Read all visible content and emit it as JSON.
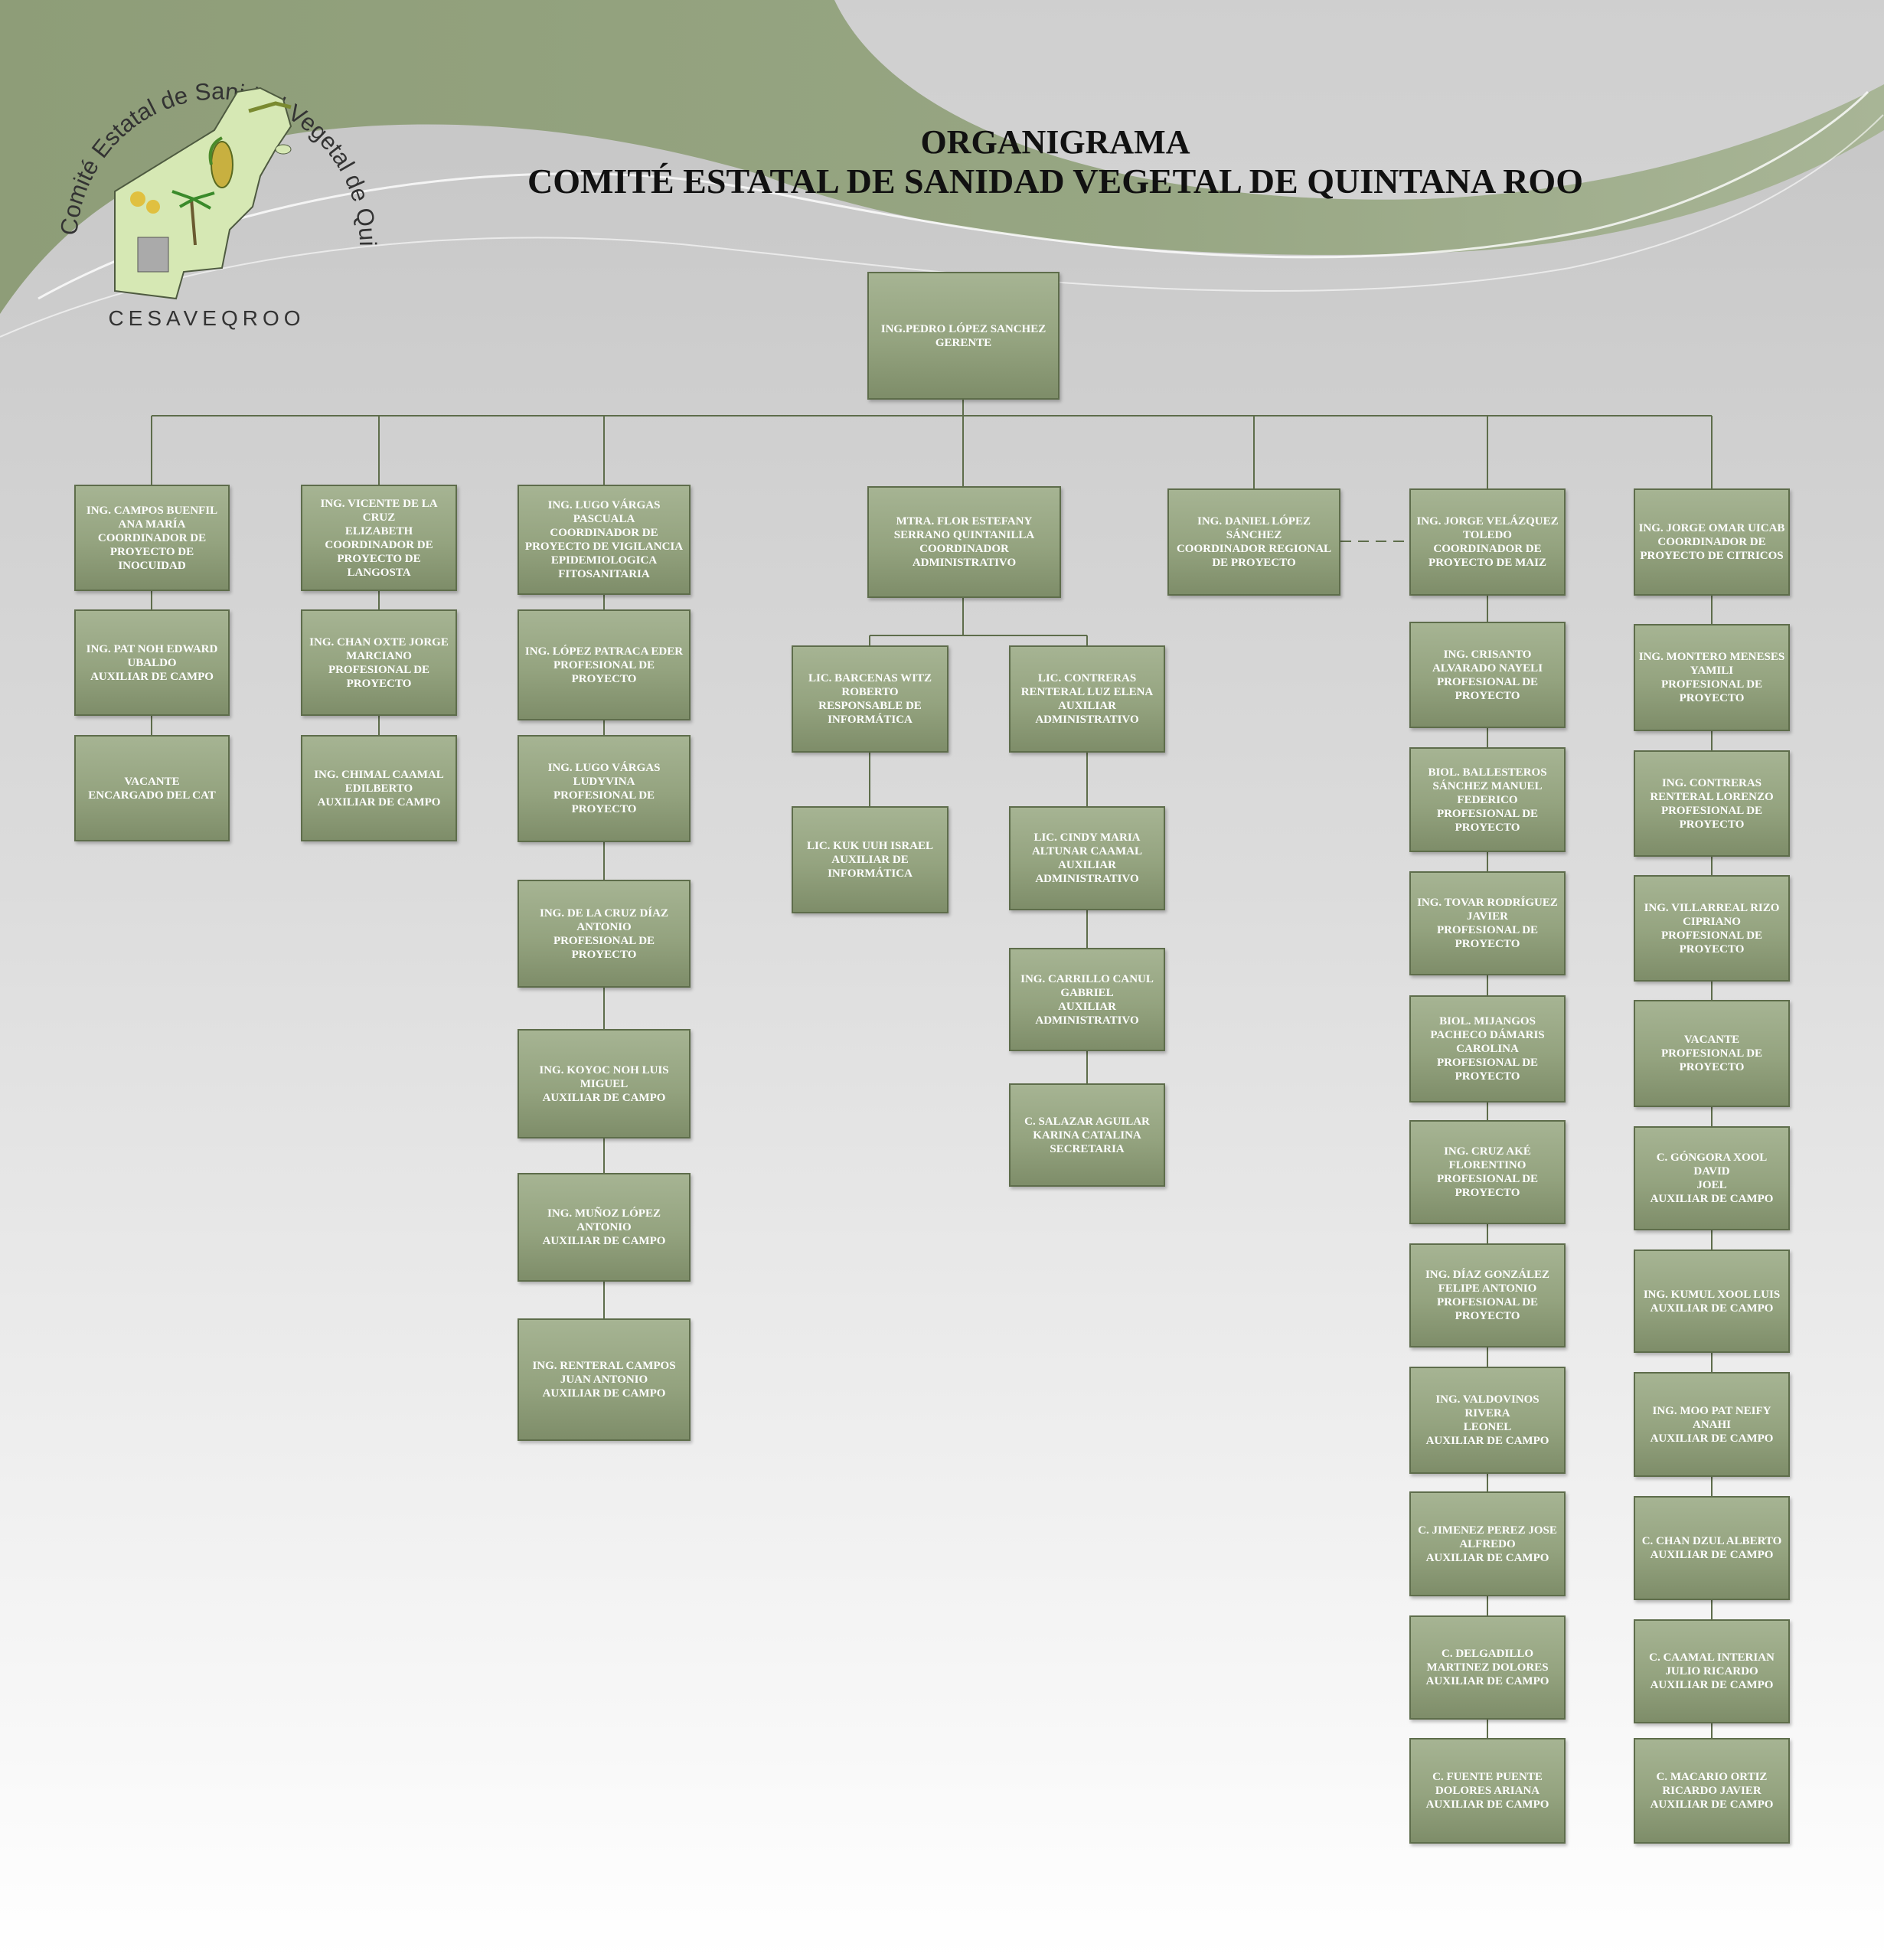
{
  "header": {
    "title": "ORGANIGRAMA",
    "subtitle": "COMITÉ ESTATAL DE SANIDAD VEGETAL DE QUINTANA ROO",
    "logo_arc_text": "Comité Estatal de Sanidad Vegetal de Quintana Roo",
    "logo_acronym": "CESAVEQROO"
  },
  "colors": {
    "box_fill": "#94a37f",
    "box_border": "#5e6d4b",
    "connector": "#5e6d4b",
    "band": "#8c9c75",
    "text": "#ffffff"
  },
  "org": {
    "root": "ING.PEDRO LÓPEZ SANCHEZ\nGERENTE",
    "inocuidad": [
      "ING. CAMPOS BUENFIL\nANA MARÍA\nCOORDINADOR DE\nPROYECTO DE INOCUIDAD",
      "ING. PAT NOH EDWARD\nUBALDO\nAUXILIAR DE CAMPO",
      "VACANTE\nENCARGADO DEL CAT"
    ],
    "langosta": [
      "ING. VICENTE DE LA CRUZ\nELIZABETH\nCOORDINADOR DE\nPROYECTO DE LANGOSTA",
      "ING. CHAN OXTE JORGE\nMARCIANO\nPROFESIONAL DE\nPROYECTO",
      "ING. CHIMAL CAAMAL\nEDILBERTO\nAUXILIAR DE CAMPO"
    ],
    "vigilancia": [
      "ING. LUGO VÁRGAS\nPASCUALA\nCOORDINADOR DE\nPROYECTO DE VIGILANCIA\nEPIDEMIOLOGICA\nFITOSANITARIA",
      "ING. LÓPEZ PATRACA EDER\nPROFESIONAL DE PROYECTO",
      "ING. LUGO VÁRGAS\nLUDYVINA\nPROFESIONAL DE PROYECTO",
      "ING. DE LA CRUZ DÍAZ\nANTONIO\nPROFESIONAL DE PROYECTO",
      "ING. KOYOC NOH LUIS\nMIGUEL\nAUXILIAR DE CAMPO",
      "ING. MUÑOZ LÓPEZ ANTONIO\nAUXILIAR DE CAMPO",
      "ING. RENTERAL CAMPOS\nJUAN ANTONIO\nAUXILIAR DE CAMPO"
    ],
    "administrativo": "MTRA. FLOR ESTEFANY\nSERRANO QUINTANILLA\nCOORDINADOR\nADMINISTRATIVO",
    "informatica": [
      "LIC. BARCENAS WITZ\nROBERTO\nRESPONSABLE DE\nINFORMÁTICA",
      "LIC. KUK UUH ISRAEL\nAUXILIAR DE\nINFORMÁTICA"
    ],
    "admin_staff": [
      "LIC. CONTRERAS\nRENTERAL LUZ ELENA\nAUXILIAR\nADMINISTRATIVO",
      "LIC. CINDY MARIA\nALTUNAR CAAMAL\nAUXILIAR\nADMINISTRATIVO",
      "ING. CARRILLO CANUL\nGABRIEL\nAUXILIAR\nADMINISTRATIVO",
      "C. SALAZAR AGUILAR\nKARINA CATALINA\nSECRETARIA"
    ],
    "regional": "ING. DANIEL LÓPEZ SÁNCHEZ\nCOORDINADOR REGIONAL\nDE PROYECTO",
    "maiz": [
      "ING. JORGE VELÁZQUEZ\nTOLEDO\nCOORDINADOR DE\nPROYECTO DE MAIZ",
      "ING. CRISANTO\nALVARADO NAYELI\nPROFESIONAL DE\nPROYECTO",
      "BIOL. BALLESTEROS\nSÁNCHEZ MANUEL\nFEDERICO\nPROFESIONAL DE\nPROYECTO",
      "ING. TOVAR RODRÍGUEZ\nJAVIER\nPROFESIONAL DE\nPROYECTO",
      "BIOL. MIJANGOS\nPACHECO DÁMARIS\nCAROLINA\nPROFESIONAL DE\nPROYECTO",
      "ING. CRUZ AKÉ\nFLORENTINO\nPROFESIONAL DE\nPROYECTO",
      "ING. DÍAZ GONZÁLEZ\nFELIPE ANTONIO\nPROFESIONAL DE\nPROYECTO",
      "ING. VALDOVINOS RIVERA\nLEONEL\nAUXILIAR DE CAMPO",
      "C. JIMENEZ PEREZ JOSE\nALFREDO\nAUXILIAR DE CAMPO",
      "C. DELGADILLO\nMARTINEZ DOLORES\nAUXILIAR DE CAMPO",
      "C. FUENTE PUENTE\nDOLORES ARIANA\nAUXILIAR DE CAMPO"
    ],
    "citricos": [
      "ING. JORGE OMAR UICAB\nCOORDINADOR DE\nPROYECTO DE  CITRICOS",
      "ING. MONTERO MENESES\nYAMILI\nPROFESIONAL DE\nPROYECTO",
      "ING. CONTRERAS\nRENTERAL LORENZO\nPROFESIONAL DE\nPROYECTO",
      "ING. VILLARREAL RIZO\nCIPRIANO\nPROFESIONAL DE\nPROYECTO",
      "VACANTE\nPROFESIONAL DE\nPROYECTO",
      "C. GÓNGORA XOOL DAVID\nJOEL\nAUXILIAR DE CAMPO",
      "ING. KUMUL XOOL LUIS\nAUXILIAR DE CAMPO",
      "ING. MOO PAT NEIFY\nANAHI\nAUXILIAR DE CAMPO",
      "C. CHAN DZUL ALBERTO\nAUXILIAR DE CAMPO",
      "C. CAAMAL INTERIAN\nJULIO RICARDO\nAUXILIAR DE CAMPO",
      "C. MACARIO ORTIZ\nRICARDO JAVIER\nAUXILIAR DE CAMPO"
    ]
  }
}
